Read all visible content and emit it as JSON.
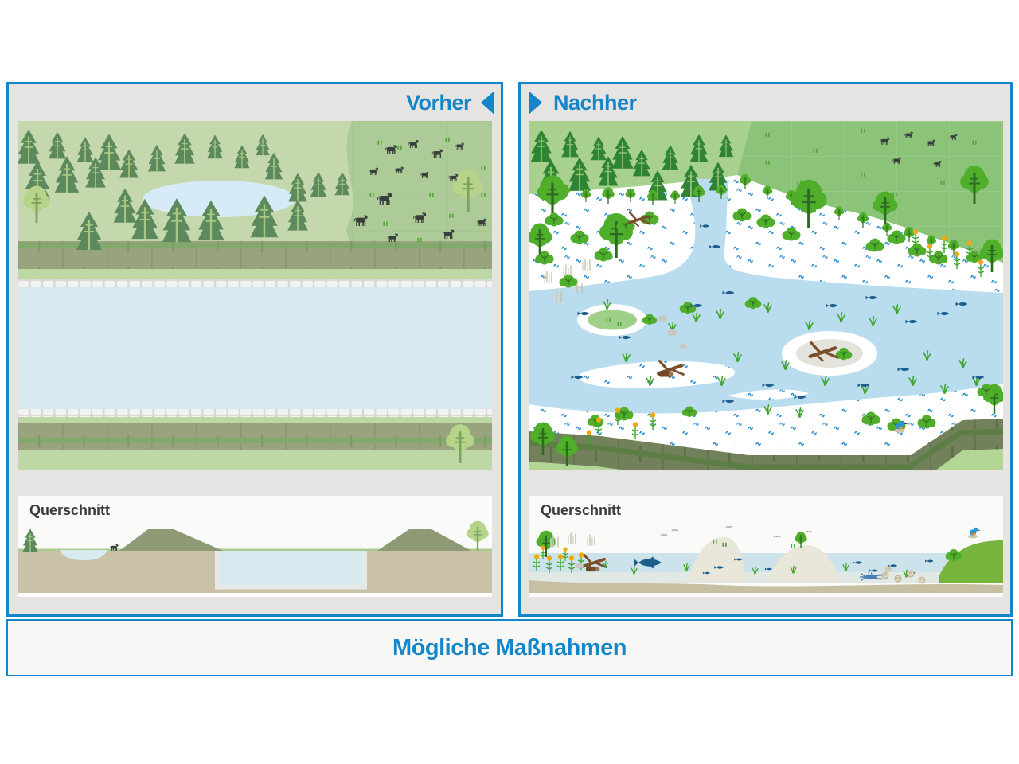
{
  "panels": {
    "vorher": {
      "title": "Vorher",
      "cross_title": "Querschnitt",
      "arrow": "left"
    },
    "nachher": {
      "title": "Nachher",
      "cross_title": "Querschnitt",
      "arrow": "right"
    }
  },
  "footer": {
    "title": "Mögliche Maßnahmen"
  },
  "palette": {
    "accent_blue": "#1386c9",
    "panel_gray": "#e5e4e2",
    "field_green": "#c5d8ad",
    "pasture_green_left": "#adcb96",
    "forest_green_right": "#a8d08e",
    "pasture_green_right": "#8bc479",
    "canal_water": "#d8e8ef",
    "river_water": "#b9ddef",
    "dike_left": "#99a47f",
    "dike_right": "#72805c",
    "wave_mark_blue": "#2f8fd0",
    "fish_blue": "#1e5f8e",
    "ground_tan": "#c9c2a7",
    "flower_yellow": "#f3a712"
  },
  "scenes": {
    "vorher_main": [
      [
        "conifer",
        14,
        52,
        0.9
      ],
      [
        "conifer",
        50,
        46,
        0.7
      ],
      [
        "conifer",
        85,
        50,
        0.65
      ],
      [
        "conifer",
        115,
        60,
        0.95
      ],
      [
        "conifer",
        25,
        96,
        1.0
      ],
      [
        "conifer",
        62,
        88,
        0.95
      ],
      [
        "conifer",
        98,
        82,
        0.8
      ],
      [
        "conifer",
        140,
        70,
        0.75
      ],
      [
        "conifer",
        175,
        62,
        0.7
      ],
      [
        "conifer",
        210,
        52,
        0.8
      ],
      [
        "conifer",
        248,
        46,
        0.62
      ],
      [
        "conifer",
        282,
        58,
        0.6
      ],
      [
        "conifer",
        308,
        42,
        0.55
      ],
      [
        "conifer",
        322,
        72,
        0.7
      ],
      [
        "conifer",
        135,
        126,
        0.9
      ],
      [
        "conifer",
        352,
        100,
        0.75
      ],
      [
        "conifer",
        378,
        94,
        0.65
      ],
      [
        "conifer",
        90,
        160,
        1.0
      ],
      [
        "conifer",
        160,
        146,
        1.05
      ],
      [
        "conifer",
        200,
        150,
        1.15
      ],
      [
        "conifer",
        243,
        148,
        1.05
      ],
      [
        "conifer",
        310,
        144,
        1.1
      ],
      [
        "conifer",
        352,
        136,
        0.8
      ],
      [
        "conifer",
        408,
        92,
        0.6
      ],
      [
        "dectree",
        24,
        128,
        1.0
      ],
      [
        "dectree",
        566,
        114,
        1.15
      ],
      [
        "dectree",
        556,
        430,
        1.05
      ],
      [
        "cow",
        470,
        42,
        0.7
      ],
      [
        "cow",
        498,
        34,
        0.6
      ],
      [
        "cow",
        528,
        46,
        0.62
      ],
      [
        "cow",
        556,
        36,
        0.5
      ],
      [
        "cow",
        448,
        68,
        0.55
      ],
      [
        "cow",
        480,
        66,
        0.5
      ],
      [
        "cow",
        512,
        72,
        0.48
      ],
      [
        "cow",
        548,
        76,
        0.55
      ],
      [
        "cow",
        462,
        105,
        0.85
      ],
      [
        "cow",
        432,
        132,
        0.8
      ],
      [
        "cow",
        506,
        128,
        0.75
      ],
      [
        "cow",
        472,
        152,
        0.62
      ],
      [
        "cow",
        542,
        148,
        0.68
      ],
      [
        "cow",
        584,
        132,
        0.55
      ],
      [
        "gmark",
        455,
        30,
        1
      ],
      [
        "gmark",
        540,
        26,
        1
      ],
      [
        "gmark",
        585,
        62,
        1
      ],
      [
        "gmark",
        445,
        96,
        1
      ],
      [
        "gmark",
        520,
        96,
        1
      ],
      [
        "gmark",
        585,
        96,
        1
      ],
      [
        "gmark",
        462,
        132,
        1
      ],
      [
        "gmark",
        545,
        122,
        1
      ],
      [
        "gmark",
        480,
        36,
        1
      ],
      [
        "gmark",
        505,
        152,
        1
      ]
    ],
    "vorher_cross": [
      [
        "conifer",
        16,
        69,
        0.6
      ],
      [
        "cow",
        122,
        69,
        0.48
      ],
      [
        "dectree",
        578,
        69,
        0.8
      ]
    ],
    "nachher_main": [
      [
        "conifer2",
        16,
        50,
        0.85
      ],
      [
        "conifer2",
        52,
        44,
        0.68
      ],
      [
        "conifer2",
        88,
        48,
        0.62
      ],
      [
        "conifer2",
        118,
        58,
        0.85
      ],
      [
        "conifer2",
        28,
        92,
        0.95
      ],
      [
        "conifer2",
        64,
        86,
        0.88
      ],
      [
        "conifer2",
        100,
        80,
        0.78
      ],
      [
        "conifer2",
        142,
        68,
        0.7
      ],
      [
        "conifer2",
        178,
        60,
        0.65
      ],
      [
        "conifer2",
        214,
        50,
        0.72
      ],
      [
        "conifer2",
        248,
        44,
        0.58
      ],
      [
        "conifer2",
        238,
        86,
        0.75
      ],
      [
        "conifer2",
        204,
        94,
        0.85
      ],
      [
        "conifer2",
        162,
        98,
        0.78
      ],
      [
        "cow",
        448,
        30,
        0.55
      ],
      [
        "cow",
        478,
        22,
        0.5
      ],
      [
        "cow",
        506,
        32,
        0.5
      ],
      [
        "cow",
        534,
        24,
        0.45
      ],
      [
        "cow",
        463,
        54,
        0.5
      ],
      [
        "cow",
        514,
        58,
        0.48
      ],
      [
        "gmark",
        300,
        20,
        1
      ],
      [
        "gmark",
        360,
        40,
        1
      ],
      [
        "gmark",
        420,
        15,
        1
      ],
      [
        "gmark",
        560,
        30,
        1
      ],
      [
        "gmark",
        520,
        80,
        1
      ],
      [
        "gmark",
        340,
        80,
        1
      ],
      [
        "gmark",
        300,
        55,
        1
      ],
      [
        "gmark",
        460,
        95,
        1
      ],
      [
        "gmark",
        420,
        70,
        1
      ],
      [
        "gmark",
        575,
        160,
        1
      ],
      [
        "dectree2",
        560,
        104,
        1.15
      ],
      [
        "dectree2",
        18,
        100,
        0.42
      ],
      [
        "dectree2",
        45,
        98,
        0.45
      ],
      [
        "dectree2",
        72,
        102,
        0.4
      ],
      [
        "dectree2",
        100,
        104,
        0.5
      ],
      [
        "dectree2",
        128,
        102,
        0.42
      ],
      [
        "dectree2",
        156,
        106,
        0.46
      ],
      [
        "dectree2",
        184,
        104,
        0.4
      ],
      [
        "dectree2",
        214,
        102,
        0.5
      ],
      [
        "dectree2",
        242,
        98,
        0.42
      ],
      [
        "dectree2",
        272,
        86,
        0.46
      ],
      [
        "dectree2",
        300,
        98,
        0.4
      ],
      [
        "dectree2",
        330,
        106,
        0.46
      ],
      [
        "dectree2",
        360,
        114,
        0.5
      ],
      [
        "dectree2",
        390,
        124,
        0.4
      ],
      [
        "dectree2",
        420,
        134,
        0.46
      ],
      [
        "dectree2",
        450,
        144,
        0.4
      ],
      [
        "dectree2",
        478,
        152,
        0.46
      ],
      [
        "dectree2",
        506,
        160,
        0.4
      ],
      [
        "dectree2",
        534,
        168,
        0.46
      ],
      [
        "dectree2",
        30,
        120,
        1.25
      ],
      [
        "dectree2",
        14,
        170,
        1.0
      ],
      [
        "dectree2",
        110,
        172,
        1.35
      ],
      [
        "dectree2",
        352,
        134,
        1.45
      ],
      [
        "dectree2",
        448,
        130,
        1.0
      ],
      [
        "dectree2",
        582,
        190,
        1.0
      ],
      [
        "dectree2",
        18,
        420,
        1.0
      ],
      [
        "dectree2",
        48,
        433,
        0.9
      ],
      [
        "dectree2",
        585,
        368,
        0.9
      ],
      [
        "bush",
        32,
        130,
        1
      ],
      [
        "bush",
        64,
        152,
        1
      ],
      [
        "bush",
        20,
        178,
        1
      ],
      [
        "bush",
        94,
        174,
        1
      ],
      [
        "bush",
        50,
        207,
        1
      ],
      [
        "bush",
        122,
        137,
        1
      ],
      [
        "bush",
        268,
        124,
        1
      ],
      [
        "bush",
        298,
        132,
        1
      ],
      [
        "bush",
        330,
        148,
        1
      ],
      [
        "bush",
        152,
        128,
        1
      ],
      [
        "bush",
        435,
        162,
        1
      ],
      [
        "bush",
        462,
        152,
        1
      ],
      [
        "bush",
        488,
        168,
        1
      ],
      [
        "bush",
        515,
        178,
        1
      ],
      [
        "bush",
        200,
        240,
        0.9
      ],
      [
        "bush",
        282,
        234,
        0.9
      ],
      [
        "bush",
        152,
        254,
        0.8
      ],
      [
        "bush",
        430,
        380,
        1
      ],
      [
        "bush",
        462,
        388,
        1
      ],
      [
        "bush",
        500,
        384,
        1
      ],
      [
        "bush",
        202,
        370,
        0.8
      ],
      [
        "bush",
        120,
        374,
        1
      ],
      [
        "bush",
        84,
        382,
        0.9
      ],
      [
        "bush",
        396,
        298,
        0.9
      ],
      [
        "bush",
        560,
        176,
        0.9
      ],
      [
        "bush",
        575,
        345,
        1
      ],
      [
        "flower",
        486,
        158,
        1
      ],
      [
        "flower",
        504,
        176,
        1
      ],
      [
        "flower",
        522,
        166,
        1
      ],
      [
        "flower",
        538,
        186,
        1
      ],
      [
        "flower",
        554,
        172,
        1
      ],
      [
        "flower",
        568,
        196,
        1
      ],
      [
        "flower",
        88,
        394,
        1
      ],
      [
        "flower",
        112,
        382,
        1
      ],
      [
        "flower",
        134,
        400,
        1
      ],
      [
        "flower",
        76,
        410,
        1
      ],
      [
        "flower",
        156,
        388,
        1
      ],
      [
        "reed",
        20,
        202,
        1
      ],
      [
        "reed",
        44,
        194,
        1
      ],
      [
        "reed",
        68,
        187,
        1
      ],
      [
        "reed",
        32,
        227,
        1
      ],
      [
        "reed",
        58,
        217,
        1
      ],
      [
        "grass",
        210,
        252,
        1
      ],
      [
        "grass",
        240,
        248,
        1
      ],
      [
        "grass",
        300,
        240,
        1
      ],
      [
        "grass",
        180,
        264,
        1
      ],
      [
        "grass",
        262,
        302,
        1
      ],
      [
        "grass",
        322,
        312,
        1
      ],
      [
        "grass",
        372,
        332,
        1
      ],
      [
        "grass",
        422,
        342,
        1
      ],
      [
        "grass",
        152,
        332,
        1
      ],
      [
        "grass",
        122,
        302,
        1
      ],
      [
        "grass",
        482,
        332,
        1
      ],
      [
        "grass",
        522,
        342,
        1
      ],
      [
        "grass",
        432,
        257,
        1
      ],
      [
        "grass",
        462,
        242,
        1
      ],
      [
        "grass",
        562,
        332,
        1
      ],
      [
        "grass",
        242,
        332,
        1
      ],
      [
        "grass",
        352,
        262,
        1
      ],
      [
        "grass",
        392,
        252,
        1
      ],
      [
        "grass",
        98,
        236,
        1
      ],
      [
        "grass",
        300,
        368,
        1
      ],
      [
        "grass",
        340,
        372,
        1
      ],
      [
        "grass",
        500,
        300,
        1
      ],
      [
        "grass",
        545,
        310,
        1
      ],
      [
        "deadwood",
        140,
        122,
        1.0
      ],
      [
        "deadwood",
        180,
        310,
        1.2
      ],
      [
        "deadwood",
        372,
        288,
        1.3
      ],
      [
        "log",
        172,
        318,
        1.0
      ],
      [
        "stone",
        168,
        248,
        1.0
      ],
      [
        "stone",
        180,
        266,
        1.1
      ],
      [
        "stone",
        194,
        283,
        0.9
      ],
      [
        "fish",
        70,
        242,
        1
      ],
      [
        "fish",
        122,
        272,
        1
      ],
      [
        "fish",
        212,
        232,
        1
      ],
      [
        "fish",
        252,
        216,
        1
      ],
      [
        "fish",
        302,
        332,
        1
      ],
      [
        "fish",
        342,
        347,
        1
      ],
      [
        "fish",
        422,
        332,
        1
      ],
      [
        "fish",
        472,
        312,
        1
      ],
      [
        "fish",
        522,
        242,
        1
      ],
      [
        "fish",
        545,
        230,
        1
      ],
      [
        "fish",
        482,
        252,
        1
      ],
      [
        "fish",
        432,
        222,
        1
      ],
      [
        "fish",
        382,
        232,
        1
      ],
      [
        "fish",
        252,
        352,
        1
      ],
      [
        "fish",
        62,
        322,
        1
      ],
      [
        "fish",
        566,
        322,
        1
      ],
      [
        "fish",
        235,
        158,
        1
      ],
      [
        "fish",
        222,
        132,
        0.8
      ],
      [
        "gmark",
        100,
        252,
        1
      ],
      [
        "gmark",
        114,
        258,
        1
      ],
      [
        "kingfisher",
        466,
        390,
        1.1
      ]
    ],
    "nachher_cross": [
      [
        "dectree2",
        22,
        77,
        0.8
      ],
      [
        "flower",
        10,
        95,
        1
      ],
      [
        "flower",
        26,
        97,
        1
      ],
      [
        "flower",
        40,
        95,
        1
      ],
      [
        "flower",
        54,
        97,
        1
      ],
      [
        "flower",
        66,
        93,
        1
      ],
      [
        "flower",
        18,
        80,
        0.8
      ],
      [
        "flower",
        46,
        82,
        0.8
      ],
      [
        "reed",
        28,
        64,
        1
      ],
      [
        "reed",
        50,
        60,
        1
      ],
      [
        "reed",
        74,
        62,
        1
      ],
      [
        "log",
        80,
        92,
        0.9
      ],
      [
        "deadwood",
        84,
        82,
        1.1
      ],
      [
        "stone",
        64,
        88,
        0.9
      ],
      [
        "trout",
        152,
        84,
        1.0
      ],
      [
        "fish",
        240,
        90,
        0.8
      ],
      [
        "fish",
        264,
        80,
        0.7
      ],
      [
        "fish",
        224,
        97,
        0.6
      ],
      [
        "fish",
        414,
        84,
        0.8
      ],
      [
        "fish",
        434,
        94,
        0.7
      ],
      [
        "fish",
        458,
        88,
        0.8
      ],
      [
        "fish",
        302,
        92,
        0.6
      ],
      [
        "fish",
        504,
        82,
        0.7
      ],
      [
        "fish",
        482,
        97,
        0.6
      ],
      [
        "grass",
        132,
        98,
        0.8
      ],
      [
        "grass",
        198,
        94,
        0.8
      ],
      [
        "grass",
        284,
        98,
        0.8
      ],
      [
        "grass",
        398,
        94,
        0.8
      ],
      [
        "grass",
        474,
        102,
        0.8
      ],
      [
        "grass",
        332,
        97,
        0.8
      ],
      [
        "grass",
        96,
        90,
        0.7
      ],
      [
        "gull",
        170,
        50,
        1
      ],
      [
        "gull",
        184,
        44,
        1
      ],
      [
        "gull",
        352,
        46,
        1
      ],
      [
        "gull",
        312,
        52,
        1
      ],
      [
        "gull",
        252,
        40,
        1
      ],
      [
        "crayfish",
        430,
        102,
        1.1
      ],
      [
        "shell",
        448,
        100,
        1
      ],
      [
        "shell",
        464,
        104,
        1
      ],
      [
        "shell",
        480,
        98,
        1
      ],
      [
        "shell",
        494,
        106,
        1
      ],
      [
        "shell",
        452,
        92,
        0.8
      ],
      [
        "dectree2",
        342,
        66,
        0.5
      ],
      [
        "kingfisher",
        558,
        52,
        1.0
      ],
      [
        "bush",
        534,
        80,
        0.9
      ],
      [
        "gmark",
        234,
        60,
        1
      ],
      [
        "gmark",
        246,
        64,
        1
      ],
      [
        "gmark",
        332,
        66,
        1
      ]
    ]
  }
}
